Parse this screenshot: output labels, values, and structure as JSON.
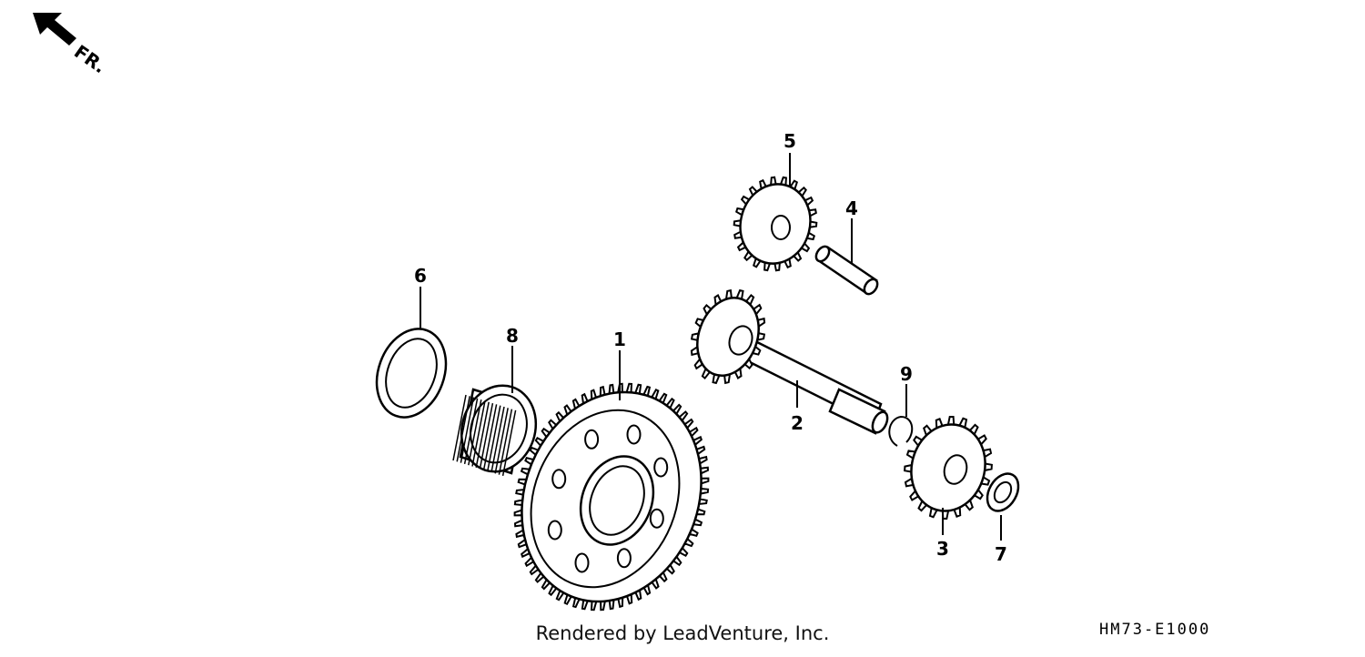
{
  "direction_label": "FR.",
  "parts": [
    {
      "id": "1",
      "label": "1",
      "kind": "ring-gear"
    },
    {
      "id": "2",
      "label": "2",
      "kind": "shaft-gear"
    },
    {
      "id": "3",
      "label": "3",
      "kind": "gear"
    },
    {
      "id": "4",
      "label": "4",
      "kind": "pin"
    },
    {
      "id": "5",
      "label": "5",
      "kind": "gear"
    },
    {
      "id": "6",
      "label": "6",
      "kind": "washer"
    },
    {
      "id": "7",
      "label": "7",
      "kind": "washer"
    },
    {
      "id": "8",
      "label": "8",
      "kind": "needle-bearing"
    },
    {
      "id": "9",
      "label": "9",
      "kind": "circlip"
    }
  ],
  "footer": "Rendered by LeadVenture, Inc.",
  "diagram_code": "HM73-E1000"
}
